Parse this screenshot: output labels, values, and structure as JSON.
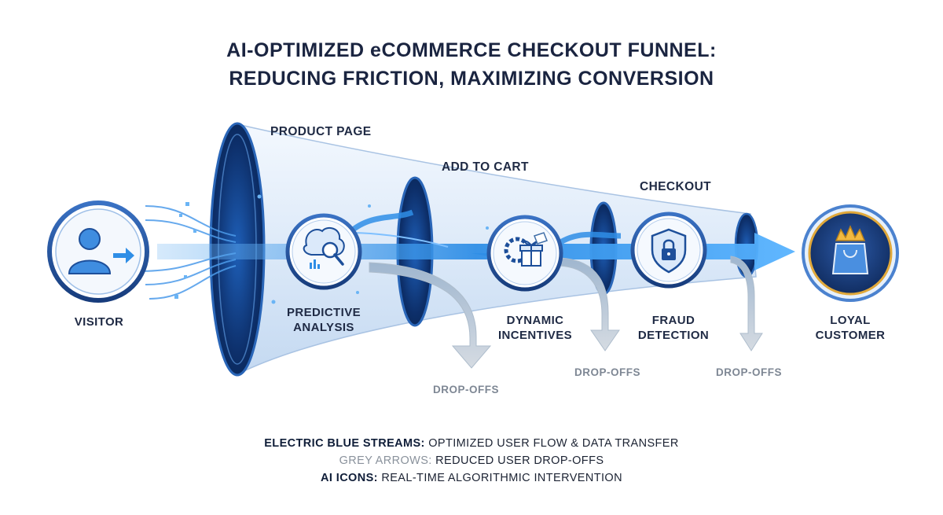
{
  "title": {
    "line1": "AI-OPTIMIZED eCOMMERCE CHECKOUT FUNNEL:",
    "line2": "REDUCING FRICTION, MAXIMIZING CONVERSION"
  },
  "stages": [
    {
      "label": "PRODUCT PAGE"
    },
    {
      "label": "ADD TO CART"
    },
    {
      "label": "CHECKOUT"
    }
  ],
  "nodes": [
    {
      "label": "VISITOR",
      "icon": "visitor-icon"
    },
    {
      "label_line1": "PREDICTIVE",
      "label_line2": "ANALYSIS",
      "icon": "brain-analytics-icon"
    },
    {
      "label_line1": "DYNAMIC",
      "label_line2": "INCENTIVES",
      "icon": "gift-gear-icon"
    },
    {
      "label_line1": "FRAUD",
      "label_line2": "DETECTION",
      "icon": "shield-lock-icon"
    },
    {
      "label_line1": "LOYAL",
      "label_line2": "CUSTOMER",
      "icon": "crown-bag-icon"
    }
  ],
  "dropoffs": [
    {
      "label": "DROP-OFFS"
    },
    {
      "label": "DROP-OFFS"
    },
    {
      "label": "DROP-OFFS"
    }
  ],
  "legend": [
    {
      "key": "ELECTRIC BLUE STREAMS:",
      "value": " OPTIMIZED USER FLOW & DATA TRANSFER"
    },
    {
      "key": "GREY ARROWS:",
      "value": " REDUCED USER DROP-OFFS"
    },
    {
      "key": "AI ICONS:",
      "value": " REAL-TIME ALGORITHMIC INTERVENTION"
    }
  ],
  "colors": {
    "electric_blue": "#2f8ee6",
    "navy": "#1c3f7d",
    "grey_arrow": "#c3cad3",
    "gold": "#e0a83a"
  }
}
